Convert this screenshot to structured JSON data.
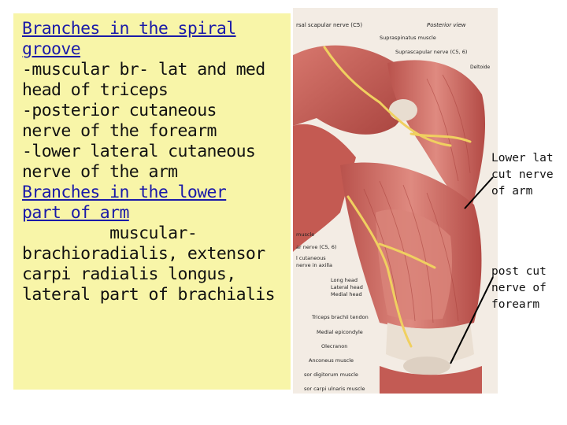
{
  "notes": {
    "lines": [
      {
        "text": "Branches in the spiral",
        "heading": true
      },
      {
        "text": "groove",
        "heading": true
      },
      {
        "text": "-muscular br- lat and med",
        "heading": false
      },
      {
        "text": "head of triceps",
        "heading": false
      },
      {
        "text": "-posterior cutaneous",
        "heading": false
      },
      {
        "text": "nerve of the forearm",
        "heading": false
      },
      {
        "text": "-lower lateral cutaneous",
        "heading": false
      },
      {
        "text": "nerve of the arm",
        "heading": false
      },
      {
        "text": "Branches in the lower",
        "heading": true
      },
      {
        "text": "part of arm",
        "heading": true
      },
      {
        "text": "         muscular-",
        "heading": false
      },
      {
        "text": "brachioradialis, extensor",
        "heading": false
      },
      {
        "text": "carpi radialis longus,",
        "heading": false
      },
      {
        "text": "lateral part of brachialis",
        "heading": false
      }
    ]
  },
  "figure": {
    "labels": {
      "top_nerve": "rsal scapular nerve (C5)",
      "view": "Posterior view",
      "supraspinatus": "Supraspinatus muscle",
      "suprascapular": "Suprascapular nerve (C5, 6)",
      "deltoid": "Deltoide",
      "muscle_left": "muscle",
      "nerve_c5": "ar nerve (C5, 6)",
      "cutaneous": "l cutaneous",
      "axilla": "nerve in axilla",
      "long_head": "Long head",
      "lateral_head": "Lateral head",
      "medial_head": "Medial head",
      "triceps_tendon": "Triceps brachii tendon",
      "epicondyle": "Medial epicondyle",
      "olecranon": "Olecranon",
      "anconeus": "Anconeus muscle",
      "digitorum": "sor digitorum muscle",
      "carpi_ulnaris": "sor carpi ulnaris muscle"
    }
  },
  "annotations": {
    "lower_lat": [
      "Lower lat",
      "cut nerve",
      "of arm"
    ],
    "post_cut": [
      "post cut",
      "nerve of",
      "forearm"
    ]
  },
  "colors": {
    "box_bg": "#f8f5a8",
    "heading_text": "#1a1aa8",
    "body_text": "#111111",
    "muscle": "#c9605a",
    "nerve": "#f0d060"
  }
}
